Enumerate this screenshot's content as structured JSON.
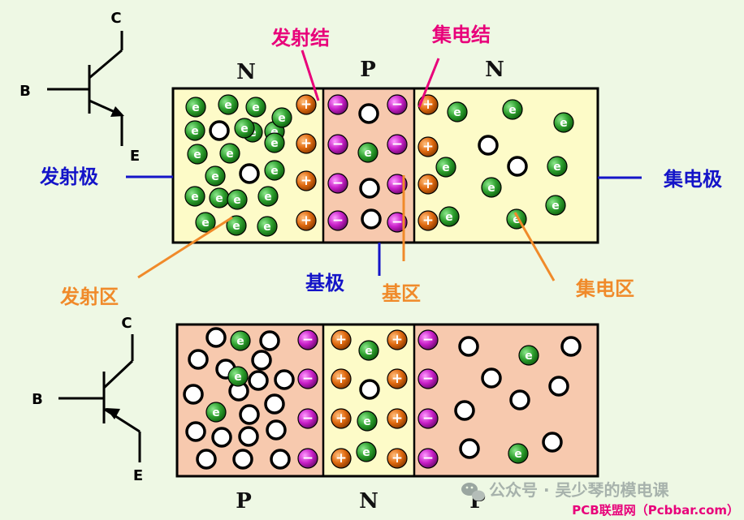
{
  "labels": {
    "emitter_junction": "发射结",
    "collector_junction": "集电结",
    "emitter_electrode": "发射极",
    "collector_electrode": "集电极",
    "base_electrode": "基极",
    "emitter_region": "发射区",
    "base_region": "基区",
    "collector_region": "集电区"
  },
  "npn": {
    "regions": [
      "N",
      "P",
      "N"
    ],
    "symbol": {
      "c": "C",
      "b": "B",
      "e": "E"
    }
  },
  "pnp": {
    "regions": [
      "P",
      "N",
      "P"
    ],
    "symbol": {
      "c": "C",
      "b": "B",
      "e": "E"
    }
  },
  "glyphs": {
    "electron": "e",
    "positive": "+",
    "negative": "−"
  },
  "watermark": {
    "line1": "公众号 · 吴少琴的模电课",
    "line2": "PCB联盟网（Pcbbar.com）"
  },
  "colors": {
    "background": "#eef8e4",
    "n_region": "#fdfbc8",
    "p_region": "#f7c9ae",
    "junction_red": "#e8007a",
    "electrode_blue": "#1414c8",
    "region_orange": "#f08a2a",
    "electron_green": "#2e9e2e",
    "positive_orange": "#e07020",
    "negative_magenta": "#c020c0"
  }
}
